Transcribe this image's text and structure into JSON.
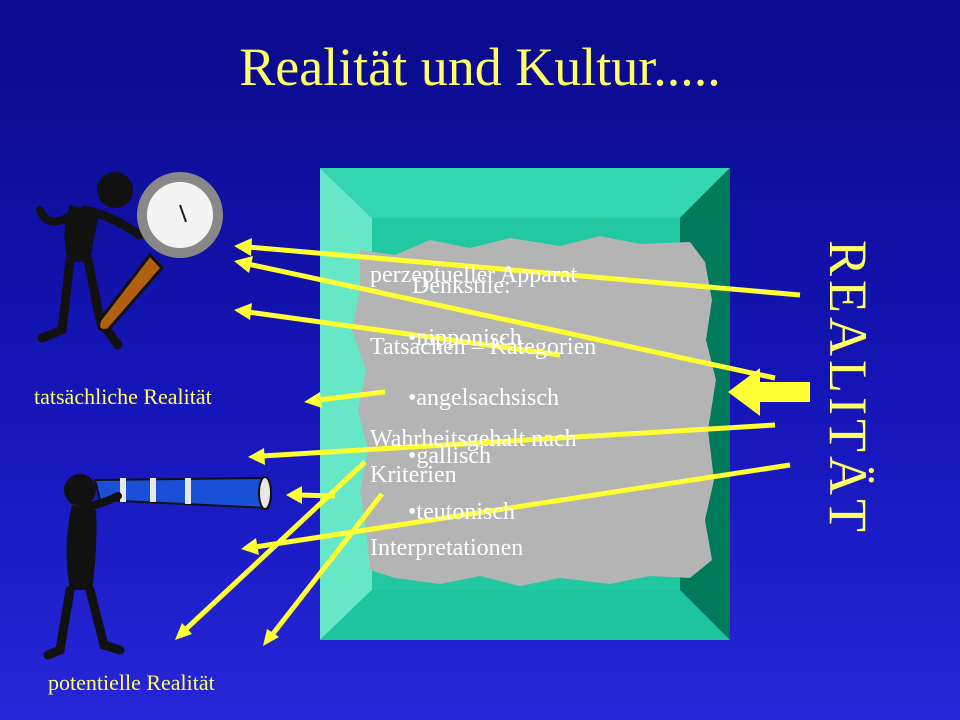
{
  "title": "Realität und Kultur.....",
  "labels": {
    "actual_reality": "tatsächliche Realität",
    "potential_reality": "potentielle Realität",
    "reality_vertical": "REALITÄT"
  },
  "box_text": {
    "line1": "perzeptueller Apparat",
    "line2": "Tatsachen – Kategorien",
    "line3": "Wahrheitsgehalt nach",
    "line4": "Kriterien",
    "line5": "Interpretationen"
  },
  "thought_styles": {
    "heading": "Denkstile:",
    "items": [
      "•nipponisch",
      "•angelsachsisch",
      "•gallisch",
      "•teutonisch"
    ]
  },
  "colors": {
    "background_top": "#0a0a8a",
    "background_bottom": "#2626d8",
    "title": "#ffff66",
    "arrow": "#ffff33",
    "frame_light": "#33d6b0",
    "frame_dark": "#007a5a",
    "paper": "#b4b4b4"
  },
  "icons": [
    "magnifying-glass-figure-icon",
    "telescope-figure-icon"
  ]
}
